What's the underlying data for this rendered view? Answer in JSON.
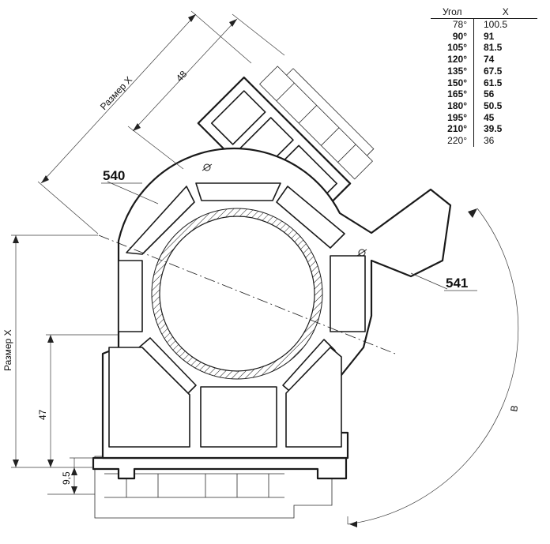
{
  "table": {
    "header_angle": "Угол",
    "header_x": "X",
    "rows": [
      {
        "angle": "78°",
        "x": "100.5",
        "bold": false
      },
      {
        "angle": "90°",
        "x": "91",
        "bold": true
      },
      {
        "angle": "105°",
        "x": "81.5",
        "bold": true
      },
      {
        "angle": "120°",
        "x": "74",
        "bold": true
      },
      {
        "angle": "135°",
        "x": "67.5",
        "bold": true
      },
      {
        "angle": "150°",
        "x": "61.5",
        "bold": true
      },
      {
        "angle": "165°",
        "x": "56",
        "bold": true
      },
      {
        "angle": "180°",
        "x": "50.5",
        "bold": true
      },
      {
        "angle": "195°",
        "x": "45",
        "bold": true
      },
      {
        "angle": "210°",
        "x": "39.5",
        "bold": true
      },
      {
        "angle": "220°",
        "x": "36",
        "bold": false
      }
    ]
  },
  "labels": {
    "part_540": "540",
    "part_541": "541",
    "size_x_upper": "Размер X",
    "size_x_left": "Размер X",
    "dim_48": "48",
    "dim_47": "47",
    "dim_95": "9,5",
    "angle_b": "B"
  }
}
